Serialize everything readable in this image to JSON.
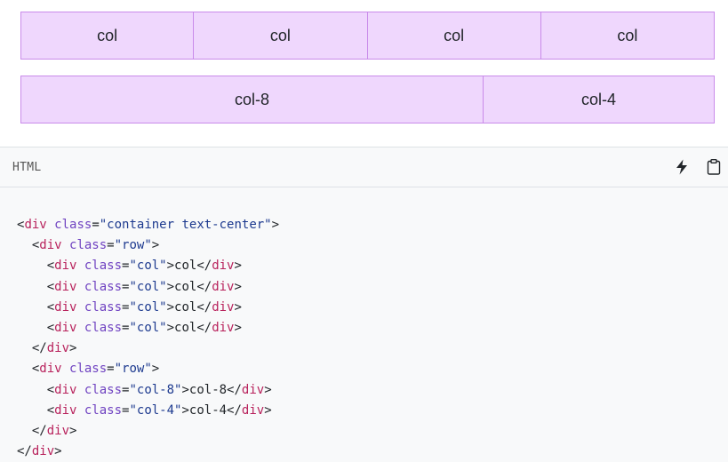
{
  "example": {
    "row1": [
      "col",
      "col",
      "col",
      "col"
    ],
    "row2": [
      "col-8",
      "col-4"
    ]
  },
  "code_header": {
    "language": "HTML",
    "run_icon": "lightning-icon",
    "copy_icon": "clipboard-icon"
  },
  "code_lines": [
    [
      [
        "p",
        "<"
      ],
      [
        "t",
        "div"
      ],
      [
        "a",
        " class"
      ],
      [
        "p",
        "="
      ],
      [
        "s",
        "\"container text-center\""
      ],
      [
        "p",
        ">"
      ]
    ],
    [
      [
        "p",
        "  <"
      ],
      [
        "t",
        "div"
      ],
      [
        "a",
        " class"
      ],
      [
        "p",
        "="
      ],
      [
        "s",
        "\"row\""
      ],
      [
        "p",
        ">"
      ]
    ],
    [
      [
        "p",
        "    <"
      ],
      [
        "t",
        "div"
      ],
      [
        "a",
        " class"
      ],
      [
        "p",
        "="
      ],
      [
        "s",
        "\"col\""
      ],
      [
        "p",
        ">col</"
      ],
      [
        "t",
        "div"
      ],
      [
        "p",
        ">"
      ]
    ],
    [
      [
        "p",
        "    <"
      ],
      [
        "t",
        "div"
      ],
      [
        "a",
        " class"
      ],
      [
        "p",
        "="
      ],
      [
        "s",
        "\"col\""
      ],
      [
        "p",
        ">col</"
      ],
      [
        "t",
        "div"
      ],
      [
        "p",
        ">"
      ]
    ],
    [
      [
        "p",
        "    <"
      ],
      [
        "t",
        "div"
      ],
      [
        "a",
        " class"
      ],
      [
        "p",
        "="
      ],
      [
        "s",
        "\"col\""
      ],
      [
        "p",
        ">col</"
      ],
      [
        "t",
        "div"
      ],
      [
        "p",
        ">"
      ]
    ],
    [
      [
        "p",
        "    <"
      ],
      [
        "t",
        "div"
      ],
      [
        "a",
        " class"
      ],
      [
        "p",
        "="
      ],
      [
        "s",
        "\"col\""
      ],
      [
        "p",
        ">col</"
      ],
      [
        "t",
        "div"
      ],
      [
        "p",
        ">"
      ]
    ],
    [
      [
        "p",
        "  </"
      ],
      [
        "t",
        "div"
      ],
      [
        "p",
        ">"
      ]
    ],
    [
      [
        "p",
        "  <"
      ],
      [
        "t",
        "div"
      ],
      [
        "a",
        " class"
      ],
      [
        "p",
        "="
      ],
      [
        "s",
        "\"row\""
      ],
      [
        "p",
        ">"
      ]
    ],
    [
      [
        "p",
        "    <"
      ],
      [
        "t",
        "div"
      ],
      [
        "a",
        " class"
      ],
      [
        "p",
        "="
      ],
      [
        "s",
        "\"col-8\""
      ],
      [
        "p",
        ">col-8</"
      ],
      [
        "t",
        "div"
      ],
      [
        "p",
        ">"
      ]
    ],
    [
      [
        "p",
        "    <"
      ],
      [
        "t",
        "div"
      ],
      [
        "a",
        " class"
      ],
      [
        "p",
        "="
      ],
      [
        "s",
        "\"col-4\""
      ],
      [
        "p",
        ">col-4</"
      ],
      [
        "t",
        "div"
      ],
      [
        "p",
        ">"
      ]
    ],
    [
      [
        "p",
        "  </"
      ],
      [
        "t",
        "div"
      ],
      [
        "p",
        ">"
      ]
    ],
    [
      [
        "p",
        "</"
      ],
      [
        "t",
        "div"
      ],
      [
        "p",
        ">"
      ]
    ]
  ],
  "colors": {
    "cell_bg": "#efd7fd",
    "cell_border": "#c98bea",
    "tag": "#b8225c",
    "attr": "#6f42c1",
    "string": "#1d3a8f"
  }
}
